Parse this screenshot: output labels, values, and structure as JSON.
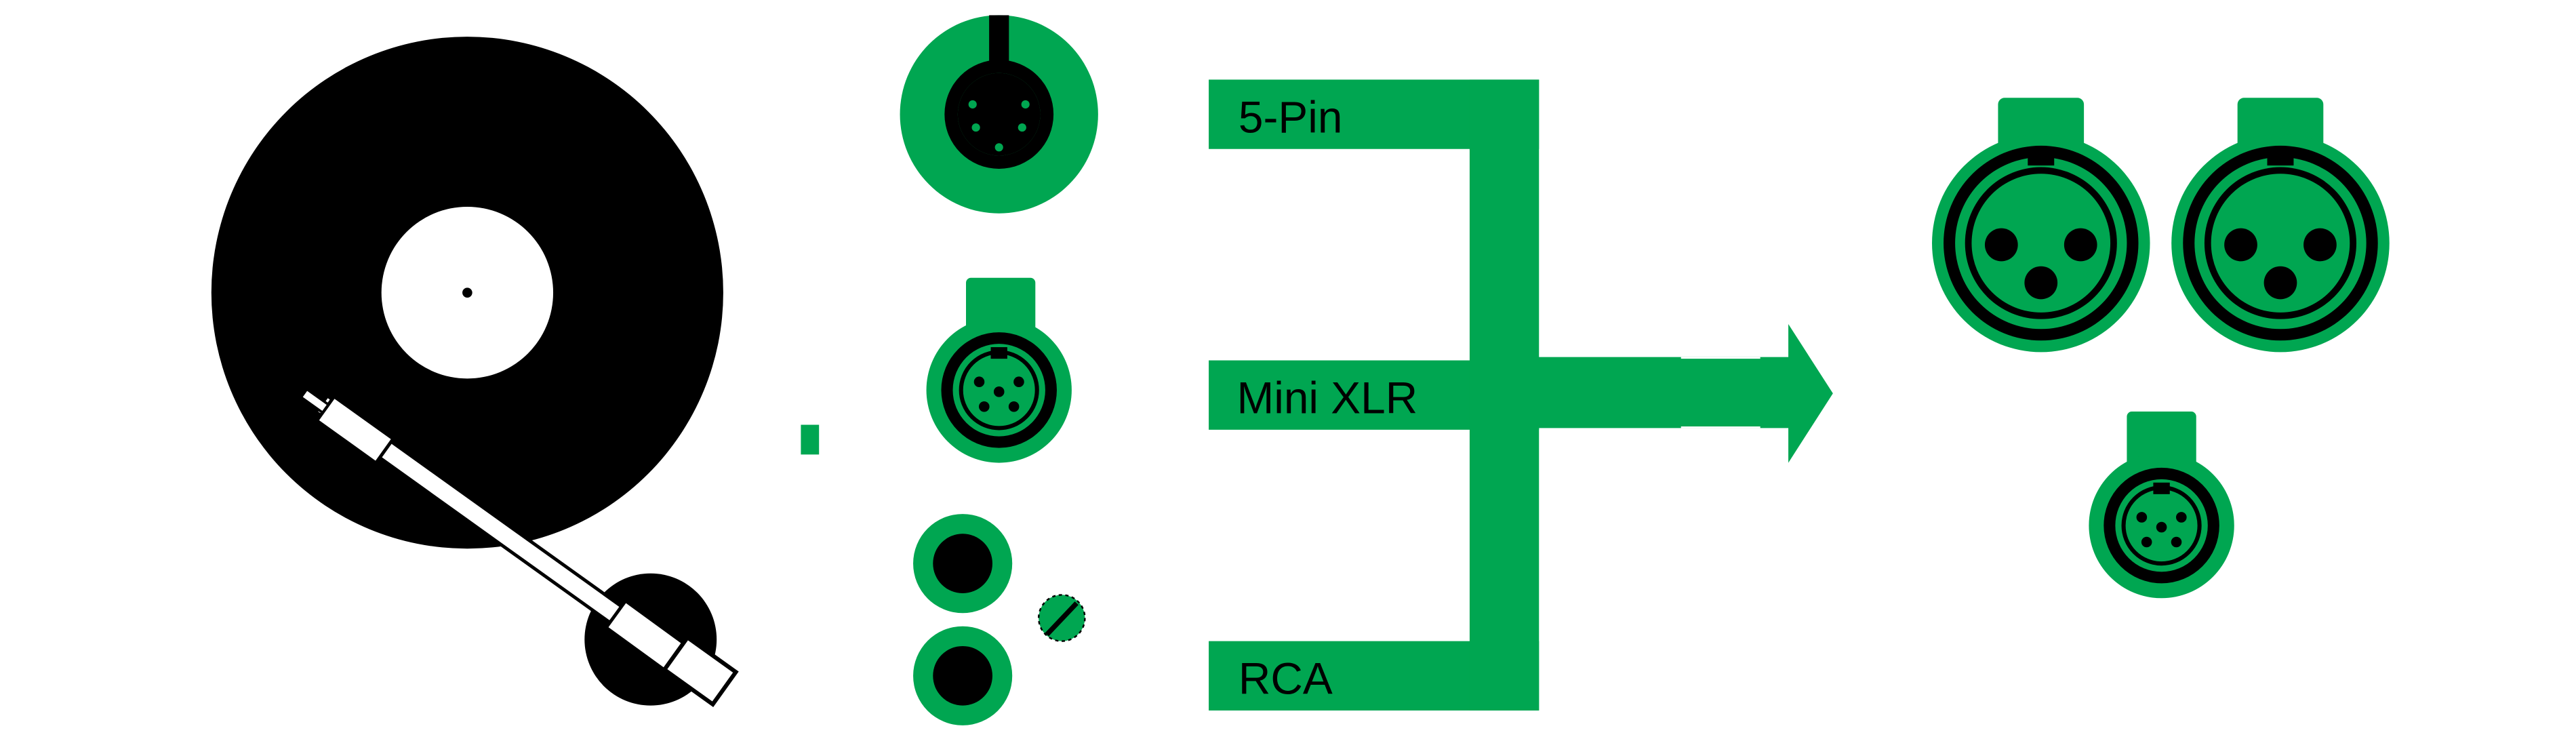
{
  "colors": {
    "accent": "#00A651",
    "dark": "#000000",
    "background": "#FFFFFF"
  },
  "labels": {
    "five_pin": "5-Pin",
    "mini_xlr": "Mini XLR",
    "rca": "RCA"
  },
  "icons": {
    "source": "turntable-icon",
    "input_connectors": [
      "five-pin-din-connector-icon",
      "mini-xlr-connector-icon",
      "rca-connector-icon"
    ],
    "output_connectors": [
      "xlr-connector-icon",
      "xlr-connector-icon",
      "mini-xlr-connector-icon"
    ],
    "arrow": "right-arrow-icon"
  }
}
